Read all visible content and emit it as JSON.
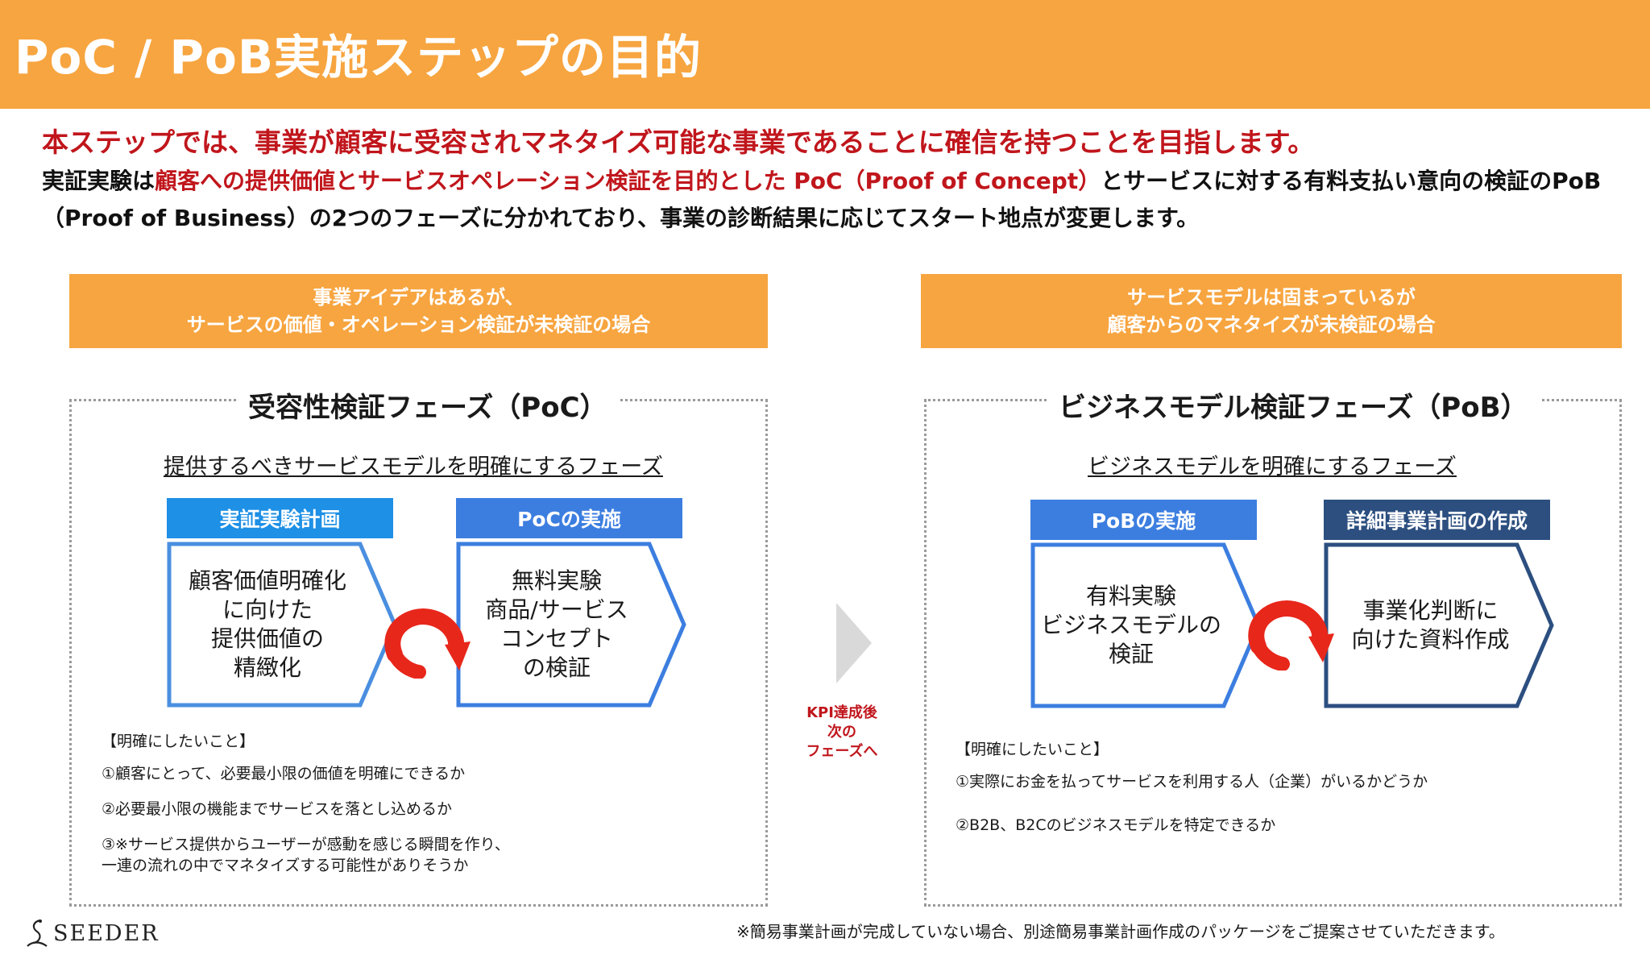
{
  "header": {
    "title": "PoC / PoB実施ステップの目的"
  },
  "intro": {
    "line1": "本ステップでは、事業が顧客に受容されマネタイズ可能な事業であることに確信を持つことを目指します。",
    "line2_a": "実証実験は",
    "line2_b": "顧客への提供価値とサービスオペレーション検証を目的とした PoC（Proof of Concept）",
    "line2_c": "とサービスに対する有料支払い意向の検証のPoB（Proof of Business）の2つのフェーズに分かれており、事業の診断結果に応じてスタート地点が変更します。"
  },
  "left": {
    "condition": [
      "事業アイデアはあるが、",
      "サービスの価値・オペレーション検証が未検証の場合"
    ],
    "phase_title": "受容性検証フェーズ（PoC）",
    "phase_sub": "提供するべきサービスモデルを明確にするフェーズ",
    "steps": [
      {
        "label": "実証実験計画",
        "body": [
          "顧客価値明確化",
          "に向けた",
          "提供価値の",
          "精緻化"
        ]
      },
      {
        "label": "PoCの実施",
        "body": [
          "無料実験",
          "商品/サービス",
          "コンセプト",
          "の検証"
        ]
      }
    ],
    "notes_head": "【明確にしたいこと】",
    "notes": [
      "①顧客にとって、必要最小限の価値を明確にできるか",
      "②必要最小限の機能までサービスを落とし込めるか",
      "③※サービス提供からユーザーが感動を感じる瞬間を作り、",
      "一連の流れの中でマネタイズする可能性がありそうか"
    ]
  },
  "middle": {
    "kpi": [
      "KPI達成後",
      "次の",
      "フェーズへ"
    ]
  },
  "right": {
    "condition": [
      "サービスモデルは固まっているが",
      "顧客からのマネタイズが未検証の場合"
    ],
    "phase_title": "ビジネスモデル検証フェーズ（PoB）",
    "phase_sub": "ビジネスモデルを明確にするフェーズ",
    "steps": [
      {
        "label": "PoBの実施",
        "body": [
          "有料実験",
          "ビジネスモデルの",
          "検証"
        ]
      },
      {
        "label": "詳細事業計画の作成",
        "body": [
          "事業化判断に",
          "向けた資料作成"
        ]
      }
    ],
    "notes_head": "【明確にしたいこと】",
    "notes": [
      "①実際にお金を払ってサービスを利用する人（企業）がいるかどうか",
      "②B2B、B2Cのビジネスモデルを特定できるか"
    ]
  },
  "footer": {
    "logo": "SEEDER",
    "note": "※簡易事業計画が完成していない場合、別途簡易事業計画作成のパッケージをご提案させていただきます。"
  },
  "colors": {
    "orange": "#F7A540",
    "red": "#C0161C",
    "step1": "#1E90E6",
    "step2": "#3C7EE0",
    "step3": "#3C7EE0",
    "step4": "#2C4F80"
  },
  "icons": [
    "cycle-arrow-icon",
    "chevron-right-icon",
    "seeder-logo-icon"
  ]
}
